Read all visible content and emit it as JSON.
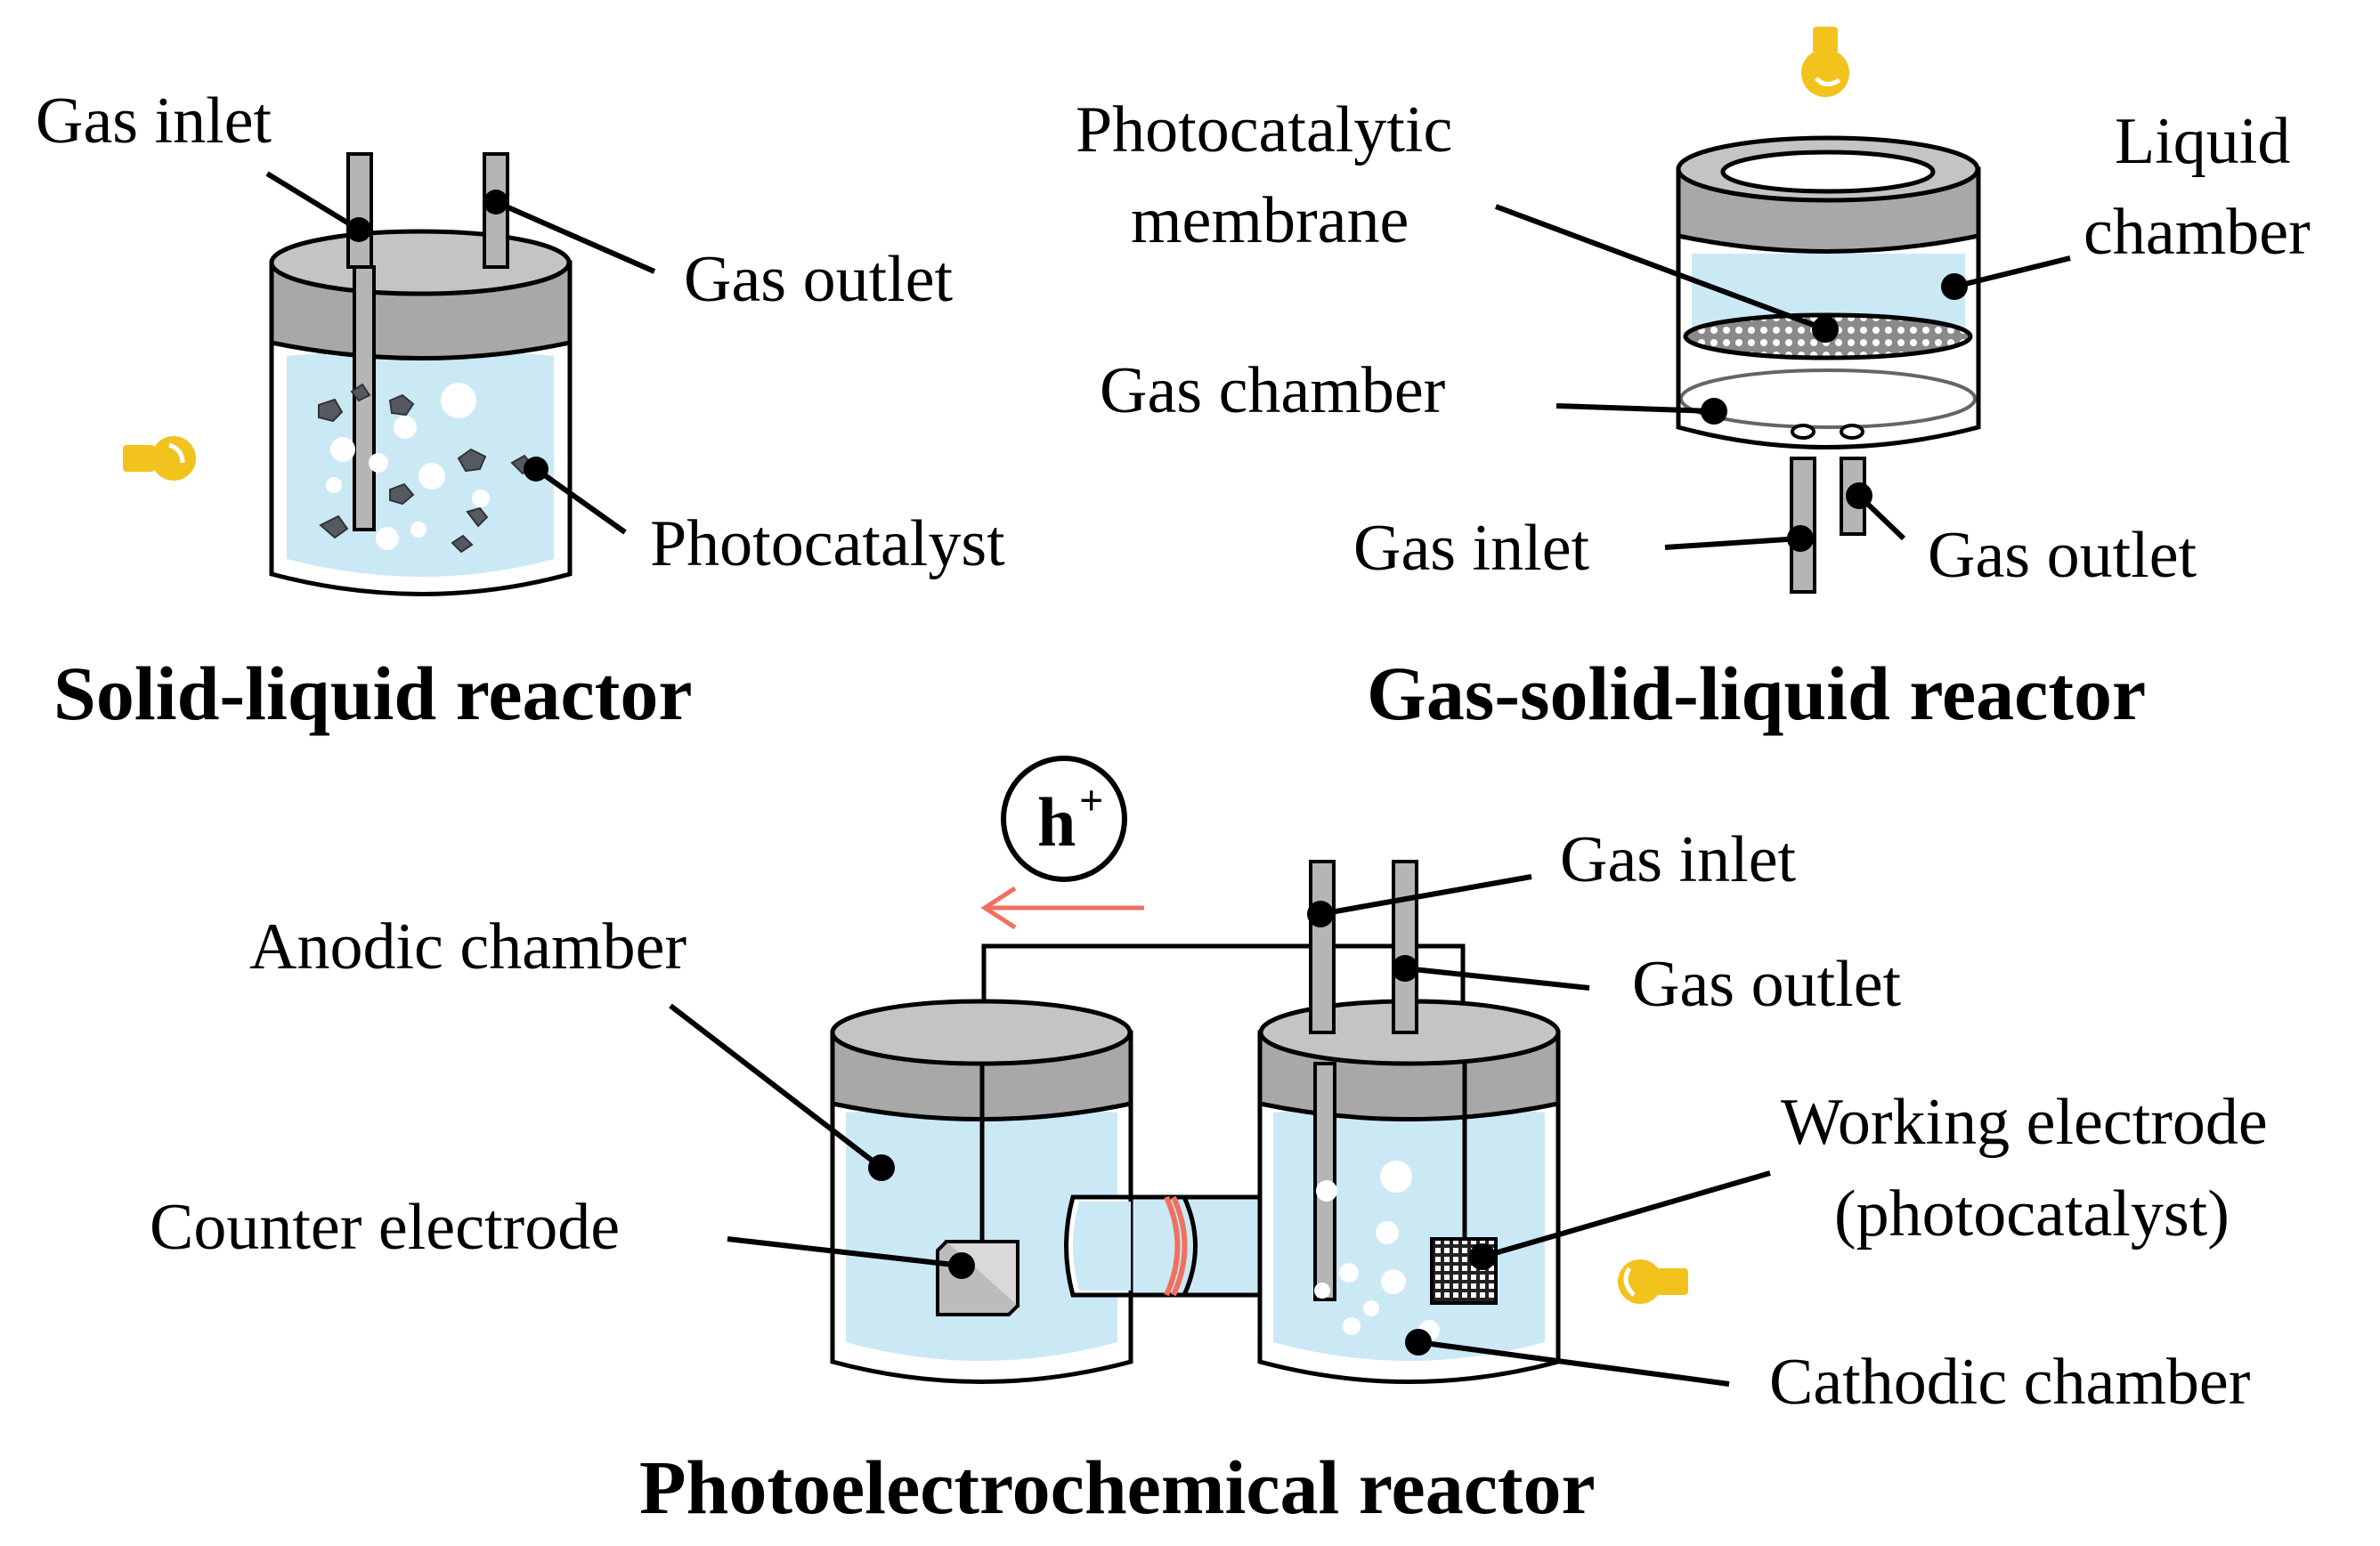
{
  "panels": {
    "solid_liquid": {
      "title": "Solid-liquid reactor",
      "labels": {
        "gas_inlet": "Gas inlet",
        "gas_outlet": "Gas outlet",
        "photocatalyst": "Photocatalyst"
      }
    },
    "gas_solid_liquid": {
      "title": "Gas-solid-liquid reactor",
      "labels": {
        "membrane_line1": "Photocatalytic",
        "membrane_line2": "membrane",
        "liquid_line1": "Liquid",
        "liquid_line2": "chamber",
        "gas_chamber": "Gas chamber",
        "gas_inlet": "Gas inlet",
        "gas_outlet": "Gas outlet"
      }
    },
    "photoelectrochemical": {
      "title": "Photoelectrochemical reactor",
      "charge": {
        "symbol": "h",
        "superscript": "+"
      },
      "labels": {
        "gas_inlet": "Gas inlet",
        "gas_outlet": "Gas outlet",
        "anodic_chamber": "Anodic chamber",
        "counter_electrode": "Counter electrode",
        "working_line1": "Working electrode",
        "working_line2": "(photocatalyst)",
        "cathodic_chamber": "Cathodic chamber"
      }
    }
  },
  "icons": [
    "light-bulb-icon",
    "membrane-icon",
    "electrode-icon",
    "arrow-left-icon"
  ],
  "colors": {
    "liquid": "#cbe8f5",
    "lid": "#a8a8a8",
    "bulb": "#f2c31c",
    "arrow": "#f07060",
    "membrane_seal": "#f07060"
  }
}
